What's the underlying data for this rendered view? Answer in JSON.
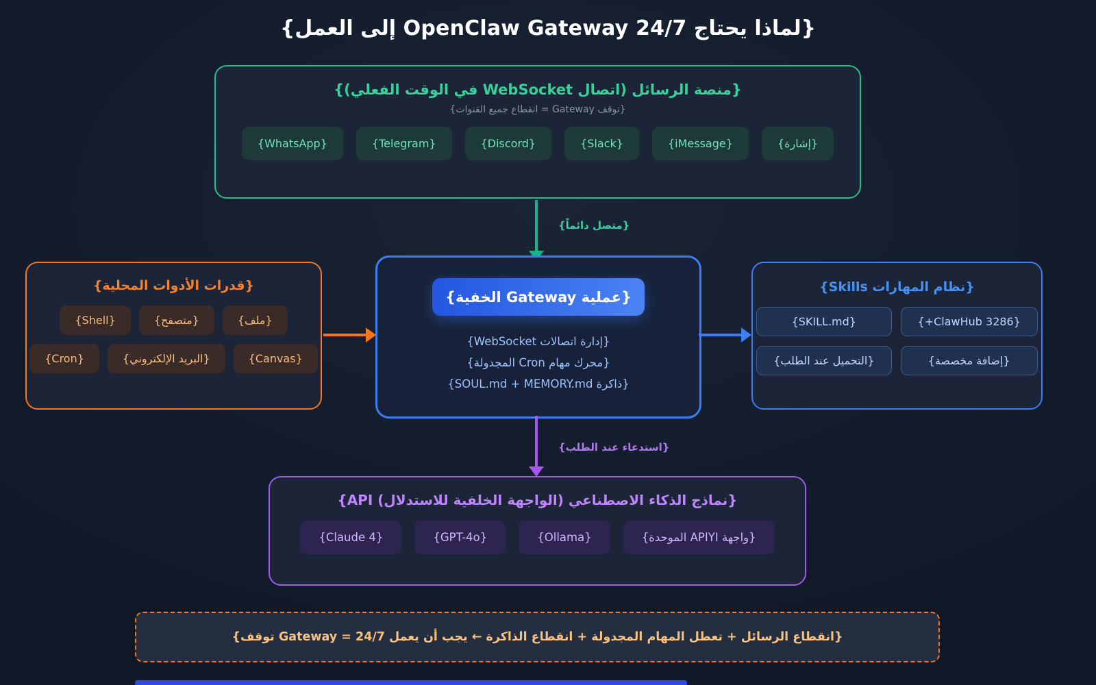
{
  "page": {
    "title": "{لماذا يحتاج OpenClaw Gateway 24/7 إلى العمل}"
  },
  "messaging_box": {
    "title": "{منصة الرسائل (اتصال WebSocket في الوقت الفعلي)}",
    "subtitle": "{توقف Gateway = انقطاع جميع القنوات}",
    "chips": [
      "{WhatsApp}",
      "{Telegram}",
      "{Discord}",
      "{Slack}",
      "{iMessage}",
      "{إشارة}"
    ]
  },
  "gateway_box": {
    "title": "{عملية Gateway الخفية}",
    "lines": [
      "{إدارة اتصالات WebSocket}",
      "{محرك مهام Cron المجدولة}",
      "{ذاكرة SOUL.md + MEMORY.md}"
    ]
  },
  "tools_box": {
    "title": "{قدرات الأدوات المحلية}",
    "chips": [
      "{Shell}",
      "{متصفح}",
      "{ملف}",
      "{Cron}",
      "{البريد الإلكتروني}",
      "{Canvas}"
    ]
  },
  "skills_box": {
    "title": "{نظام المهارات Skills}",
    "chips": [
      "{SKILL.md}",
      "{ClawHub 3286+}",
      "{التحميل عند الطلب}",
      "{إضافة مخصصة}"
    ]
  },
  "api_box": {
    "title": "{نماذج الذكاء الاصطناعي (الواجهة الخلفية للاستدلال) API}",
    "chips": [
      "{Claude 4}",
      "{GPT-4o}",
      "{Ollama}",
      "{واجهة APIYI الموحدة}"
    ]
  },
  "edges": {
    "always_connected_label": "{متصل دائماً}",
    "on_demand_label": "{استدعاء عند الطلب}"
  },
  "footer": {
    "text": "{انقطاع الرسائل + تعطل المهام المجدولة + انقطاع الذاكرة ← يجب أن يعمل Gateway = 24/7 توقف}"
  },
  "colors": {
    "background": "#141d2d",
    "green": "#2fbd86",
    "green_text": "#35d299",
    "blue": "#3d7ef2",
    "orange": "#f9761a",
    "purple": "#a657f0",
    "pill_gradient_start": "#2356e0",
    "pill_gradient_end": "#4c83f3"
  }
}
